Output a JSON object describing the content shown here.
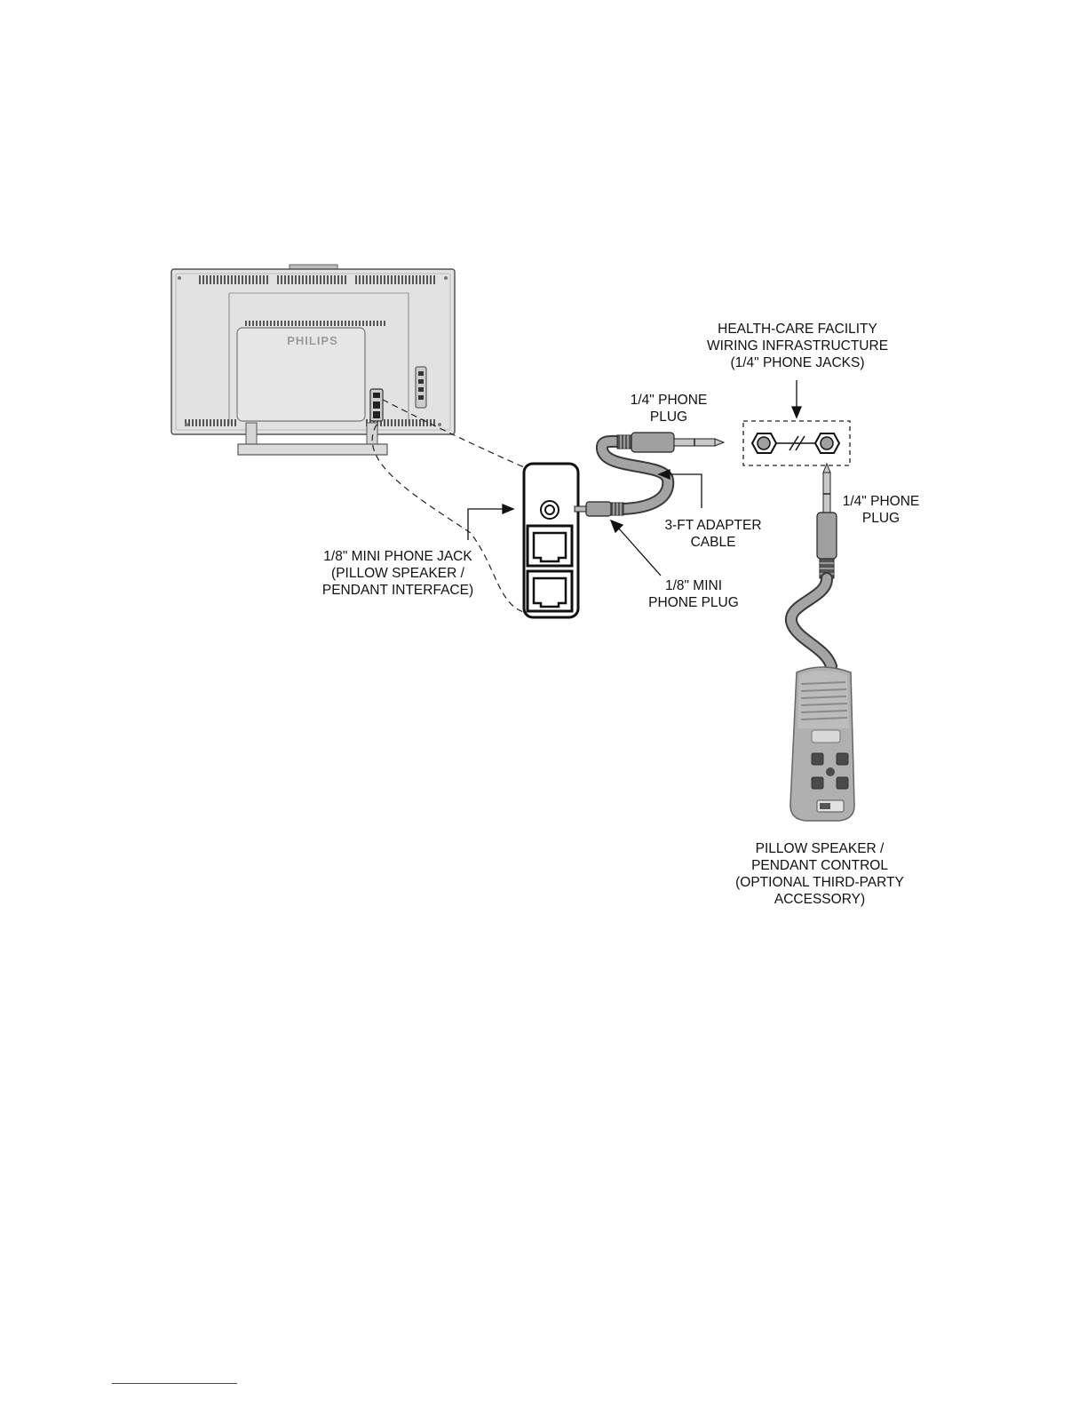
{
  "labels": {
    "facility": [
      "HEALTH-CARE FACILITY",
      "WIRING INFRASTRUCTURE",
      "(1/4\" PHONE JACKS)"
    ],
    "quarter_plug_top": [
      "1/4\" PHONE",
      "PLUG"
    ],
    "quarter_plug_right": [
      "1/4\" PHONE",
      "PLUG"
    ],
    "adapter_cable": [
      "3-FT ADAPTER",
      "CABLE"
    ],
    "mini_jack": [
      "1/8\" MINI PHONE JACK",
      "(PILLOW SPEAKER /",
      "PENDANT INTERFACE)"
    ],
    "mini_plug": [
      "1/8\" MINI",
      "PHONE PLUG"
    ],
    "pendant": [
      "PILLOW SPEAKER /",
      "PENDANT CONTROL",
      "(OPTIONAL THIRD-PARTY",
      "ACCESSORY)"
    ]
  },
  "tv_brand": "PHILIPS",
  "colors": {
    "tv_body": "#e2e2e2",
    "cable": "#9c9c9c",
    "outline": "#1a1a1a",
    "footnote_rule": "#2a3fd0"
  }
}
